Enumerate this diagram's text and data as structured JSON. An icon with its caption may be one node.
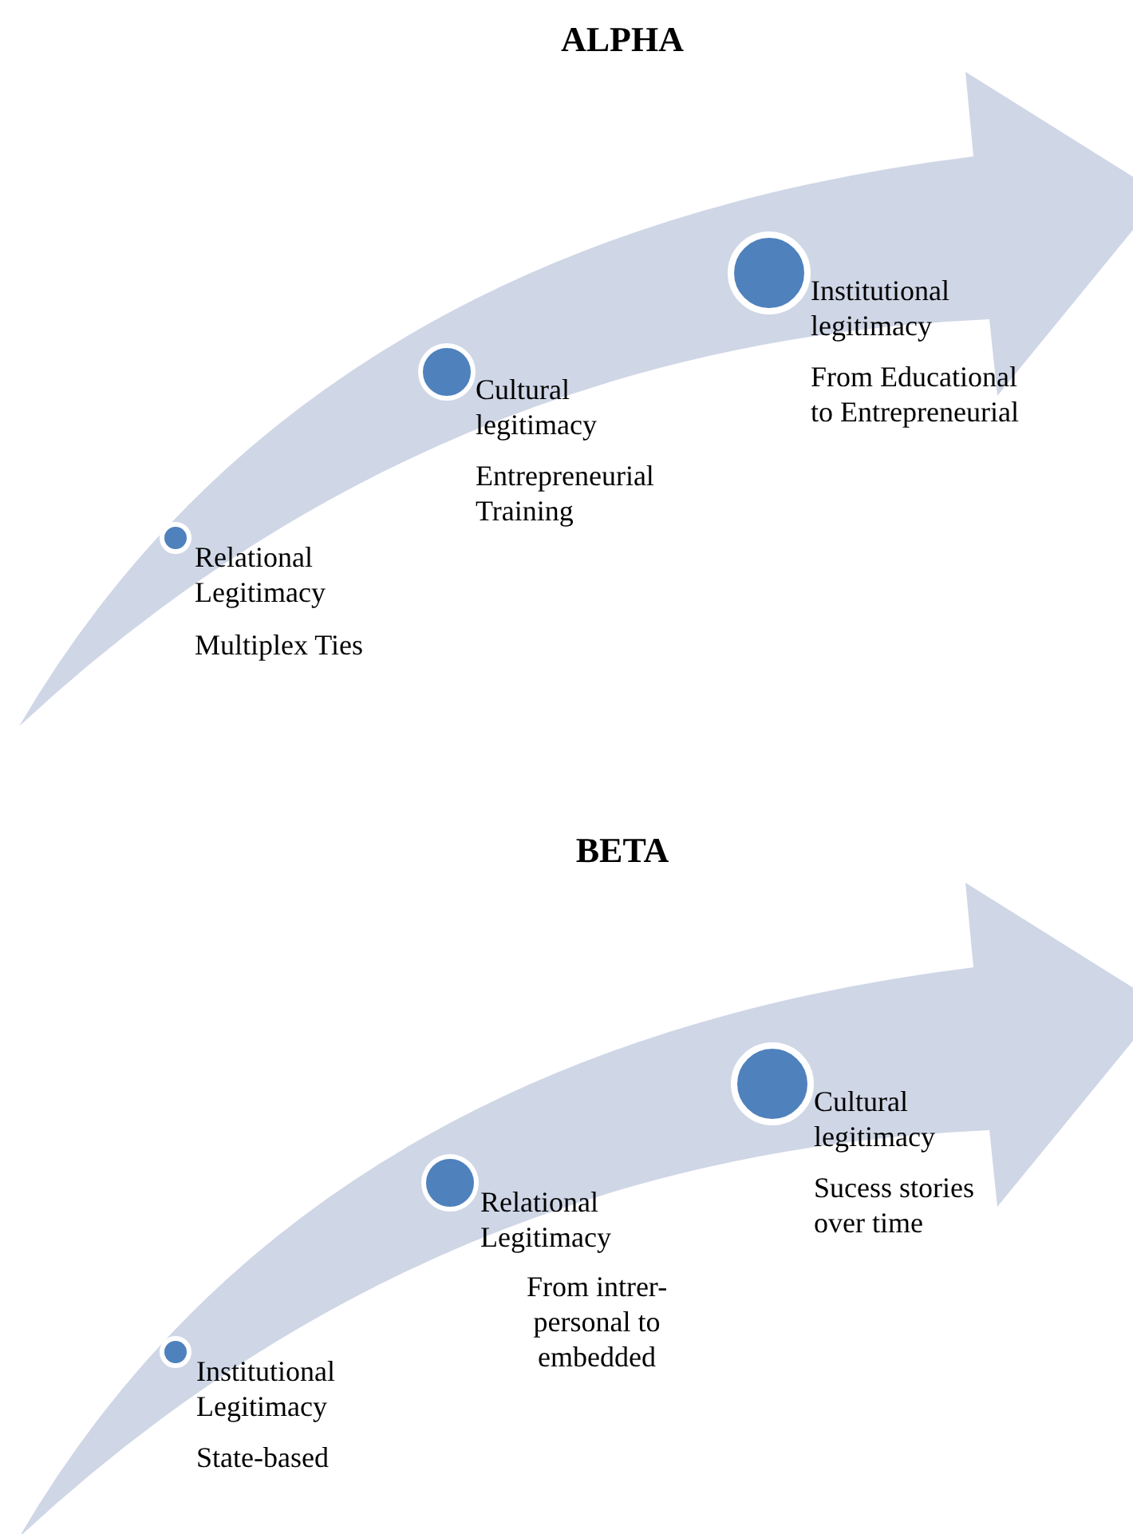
{
  "diagram": {
    "nodes": [
      {
        "text": [],
        "shape": "circle",
        "beside": [
          "Relational Legitimacy",
          "Multiplex Ties"
        ]
      },
      {
        "text": [],
        "shape": "circle",
        "beside": [
          "Cultural legitimacy",
          "Entrepreneurial Training"
        ]
      },
      {
        "text": [],
        "shape": "circle",
        "beside": [
          "Institutional legitimacy",
          "From Educational to Entrepreneurial"
        ]
      },
      {
        "text": [],
        "shape": "circle",
        "beside": [
          "Institutional Legitimacy",
          "State-based"
        ]
      },
      {
        "text": [],
        "shape": "circle",
        "beside": [
          "Relational Legitimacy",
          "From intrer-personal to embedded"
        ]
      },
      {
        "text": [],
        "shape": "circle",
        "beside": [
          "Cultural legitimacy",
          "Sucess stories over time"
        ]
      }
    ],
    "labels": [
      "ALPHA",
      "BETA"
    ]
  }
}
